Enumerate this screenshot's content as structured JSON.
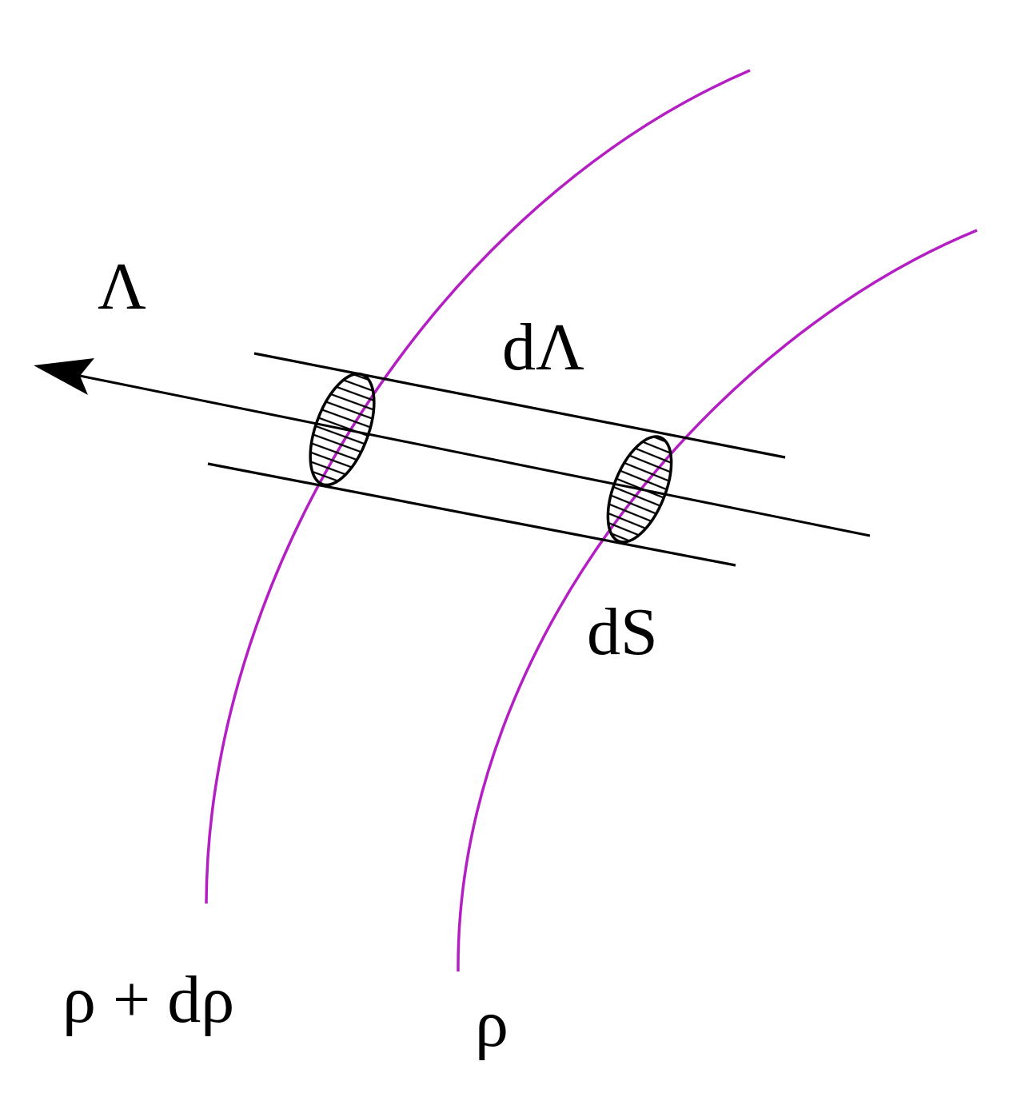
{
  "labels": {
    "lambda": "Λ",
    "d_lambda": "dΛ",
    "d_s": "dS",
    "rho_plus_drho": "ρ + dρ",
    "rho": "ρ"
  },
  "colors": {
    "surface": "#b31fc2",
    "line": "#000000",
    "background": "#ffffff"
  }
}
